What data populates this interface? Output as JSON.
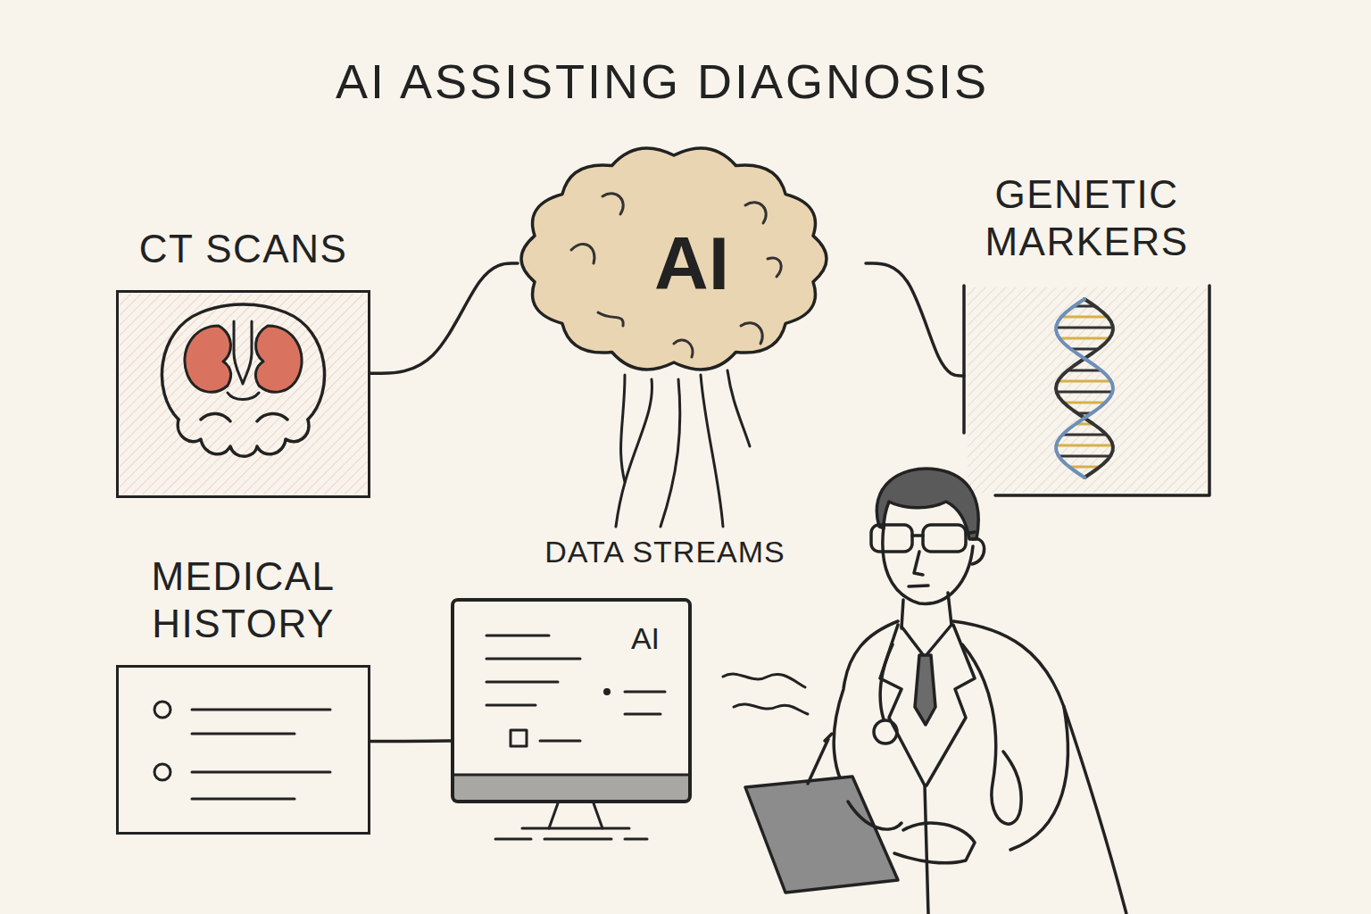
{
  "diagram": {
    "title": "AI ASSISTING DIAGNOSIS",
    "nodes": [
      {
        "text": [
          "CT SCANS"
        ]
      },
      {
        "text": [
          "AI"
        ]
      },
      {
        "text": [
          "GENETIC MARKERS"
        ]
      },
      {
        "text": [
          "MEDICAL HISTORY"
        ]
      },
      {
        "text": [
          "AI"
        ]
      }
    ],
    "edges": [
      {
        "from": 0,
        "to": 1,
        "arrow": "none"
      },
      {
        "from": 1,
        "to": 2,
        "arrow": "none"
      },
      {
        "from": 3,
        "to": 4,
        "arrow": "none"
      }
    ],
    "labels": [
      "DATA STREAMS"
    ]
  }
}
